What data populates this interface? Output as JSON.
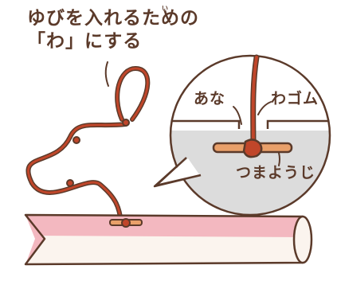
{
  "caption": {
    "line1": "ゆびを入れるための",
    "line2": "「わ」にする",
    "ruby": "い"
  },
  "callout": {
    "hole_label": "あな",
    "rubber_label": "わゴム",
    "toothpick_label": "つまようじ"
  },
  "colors": {
    "line": "#5b3a2a",
    "string": "#c0462a",
    "tube_pink": "#f3b8c0",
    "tube_white": "#fbf4ee",
    "bubble_gray": "#dcdcdc",
    "toothpick": "#e9a06a"
  }
}
